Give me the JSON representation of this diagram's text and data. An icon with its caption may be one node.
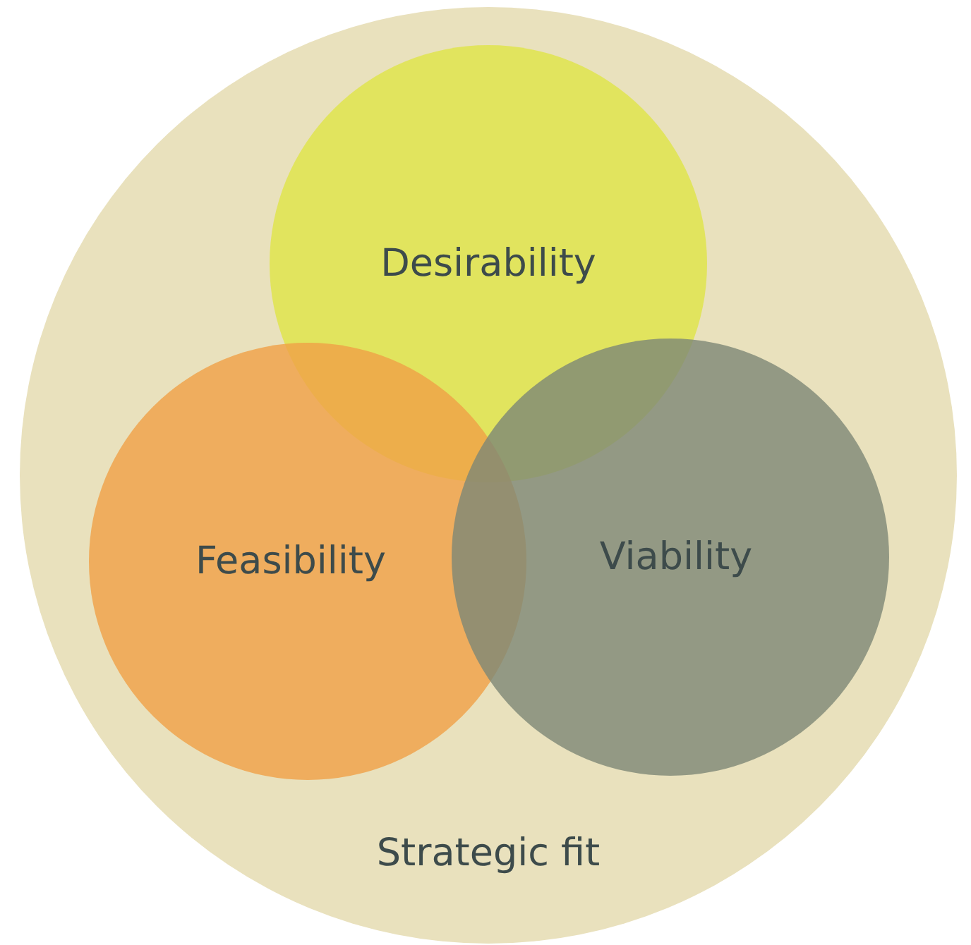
{
  "diagram": {
    "nodes": [
      {
        "text": [
          "Strategic fit"
        ]
      },
      {
        "text": [
          "Desirability"
        ],
        "in": 0
      },
      {
        "text": [
          "Feasibility"
        ],
        "in": 0
      },
      {
        "text": [
          "Viability"
        ],
        "in": 0
      }
    ]
  }
}
